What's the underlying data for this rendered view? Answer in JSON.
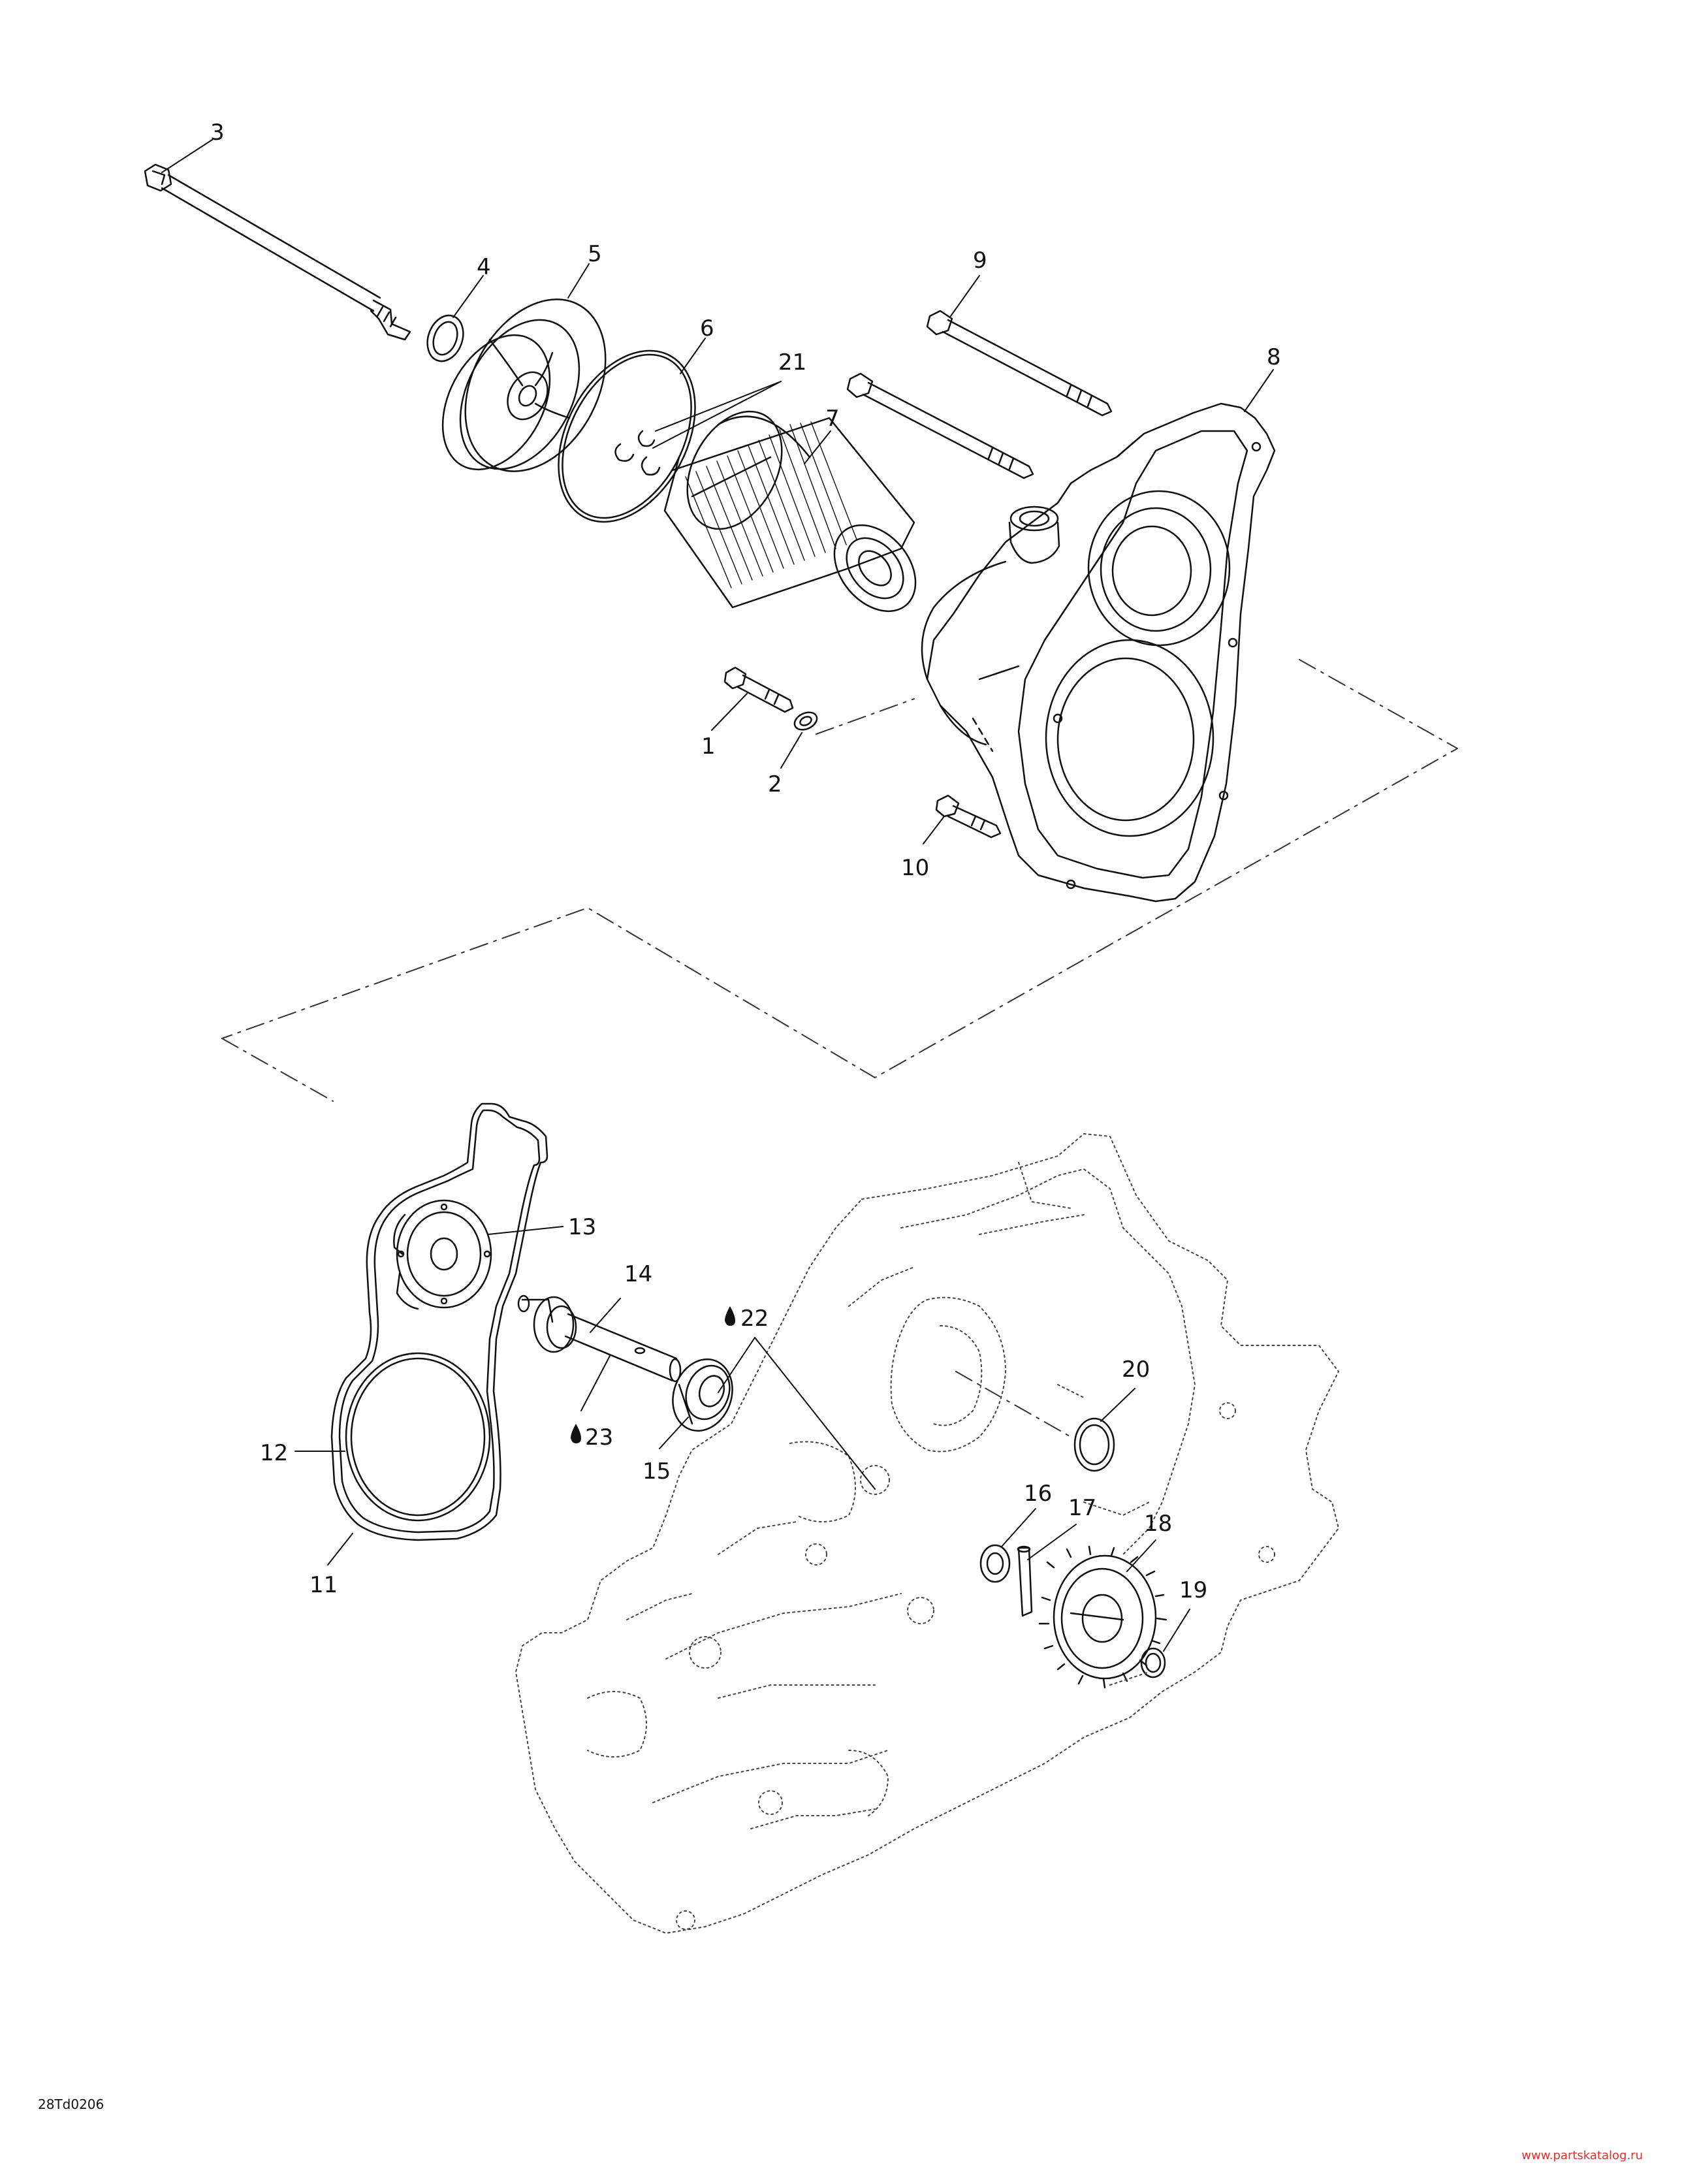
{
  "callouts": {
    "c1": "1",
    "c2": "2",
    "c3": "3",
    "c4": "4",
    "c5": "5",
    "c6": "6",
    "c7": "7",
    "c8": "8",
    "c9": "9",
    "c10": "10",
    "c11": "11",
    "c12": "12",
    "c13": "13",
    "c14": "14",
    "c15": "15",
    "c16": "16",
    "c17": "17",
    "c18": "18",
    "c19": "19",
    "c20": "20",
    "c21": "21",
    "c22": "22",
    "c23": "23"
  },
  "footer": {
    "code": "28Td0206"
  },
  "watermark": "www.partskatalog.ru",
  "colors": {
    "line": "#111111",
    "dashed": "#333333",
    "watermark": "#e03030"
  }
}
